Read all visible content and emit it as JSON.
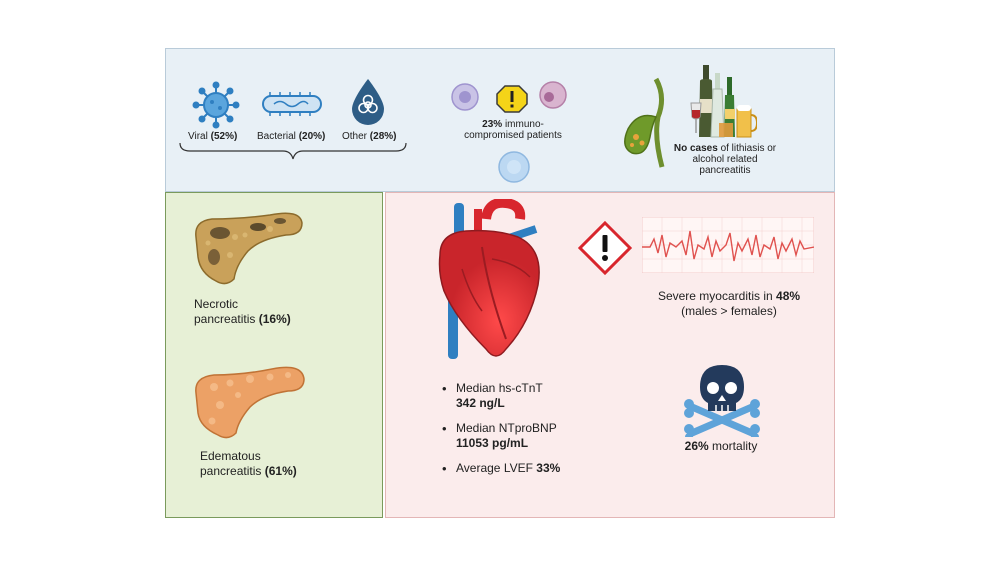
{
  "etiology": {
    "viral": {
      "name": "Viral",
      "pct": "(52%)"
    },
    "bacterial": {
      "name": "Bacterial",
      "pct": "(20%)"
    },
    "other": {
      "name": "Other",
      "pct": "(28%)"
    }
  },
  "immuno": {
    "pct": "23%",
    "text1": "immuno-",
    "text2": "compromised patients"
  },
  "no_cases": {
    "bold": "No cases",
    "rest1": "of lithiasis or",
    "rest2": "alcohol related",
    "rest3": "pancreatitis"
  },
  "necrotic": {
    "line1": "Necrotic",
    "line2": "pancreatitis",
    "pct": "(16%)"
  },
  "edematous": {
    "line1": "Edematous",
    "line2": "pancreatitis",
    "pct": "(61%)"
  },
  "measures": {
    "hs_ctnt_label": "Median hs-cTnT",
    "hs_ctnt_value": "342 ng/L",
    "ntprobnp_label": "Median NTproBNP",
    "ntprobnp_value": "11053 pg/mL",
    "lvef_label": "Average LVEF",
    "lvef_value": "33%"
  },
  "myocarditis": {
    "text": "Severe myocarditis in",
    "pct": "48%",
    "note": "(males > females)"
  },
  "mortality": {
    "pct": "26%",
    "text": "mortality"
  },
  "colors": {
    "top_bg": "#e8f0f6",
    "left_bg": "#e7f0d6",
    "right_bg": "#fbecec",
    "virus_blue": "#2f7fc1",
    "heart_red": "#d8262d",
    "skull_navy": "#233a5c",
    "ecg_red": "#e0524f"
  }
}
